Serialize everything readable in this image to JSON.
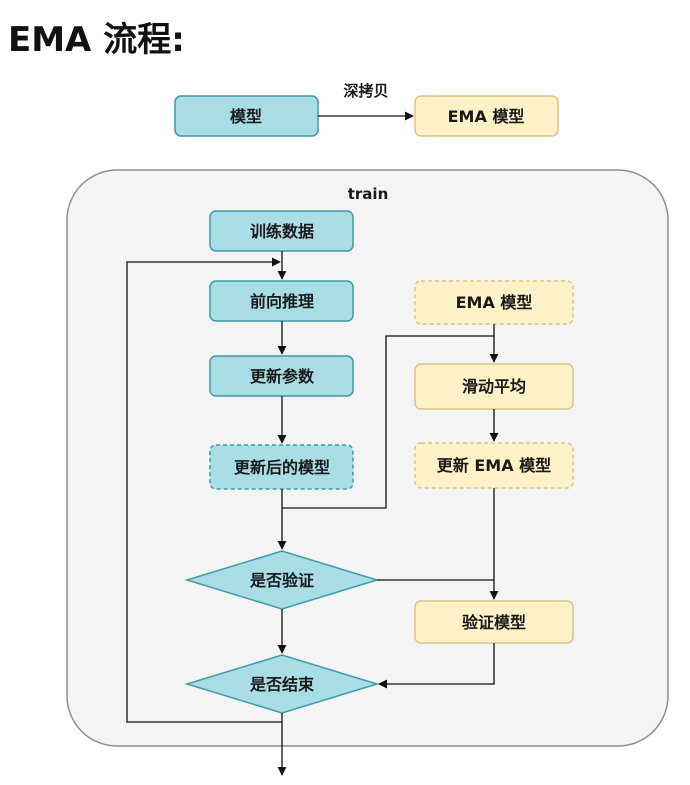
{
  "title": "EMA 流程:",
  "top": {
    "model": "模型",
    "copy_label": "深拷贝",
    "ema_model": "EMA 模型"
  },
  "train": {
    "label": "train",
    "train_data": "训练数据",
    "forward": "前向推理",
    "update_params": "更新参数",
    "updated_model": "更新后的模型",
    "ema_model": "EMA 模型",
    "moving_average": "滑动平均",
    "update_ema": "更新 EMA 模型",
    "validate_q": "是否验证",
    "validate_model": "验证模型",
    "finish_q": "是否结束"
  },
  "colors": {
    "teal_fill": "#a9dde6",
    "teal_stroke": "#3e9aab",
    "yellow_fill": "#fdf1c8",
    "yellow_stroke": "#dcc583",
    "container_fill": "#f4f4f4",
    "container_stroke": "#8f8f8f"
  }
}
